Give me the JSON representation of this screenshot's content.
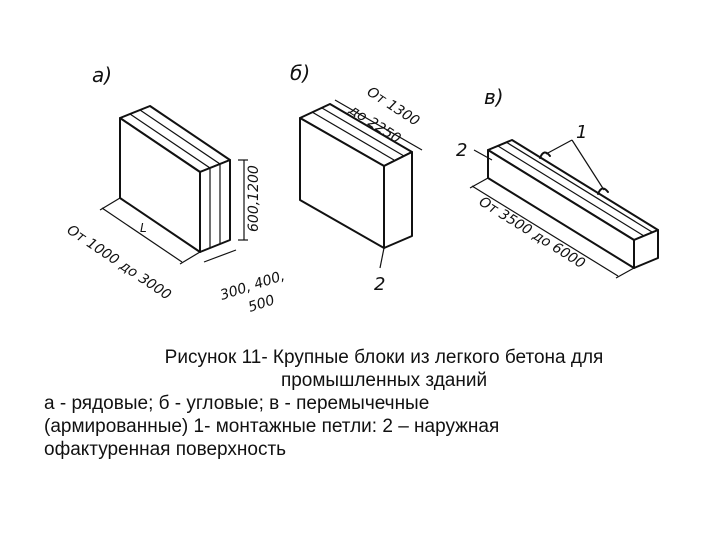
{
  "figure": {
    "panel_a": {
      "label": "а)",
      "height_dim": "600,1200",
      "length_dim": "От 1000 до 3000",
      "length_mark": "L",
      "width_dim_1": "300, 400,",
      "width_dim_2": "500"
    },
    "panel_b": {
      "label": "б)",
      "dim_1": "От 1300",
      "dim_2": "до 2250",
      "marker": "2"
    },
    "panel_c": {
      "label": "в)",
      "marker_1": "1",
      "marker_2": "2",
      "length_dim": "От 3500 до 6000"
    }
  },
  "caption": {
    "title_1": "Рисунок 11- Крупные блоки из легкого бетона для",
    "title_2": "промышленных зданий",
    "line_1": "а - рядовые; б - угловые; в - перемычечные",
    "line_2": "(армированные) 1- монтажные петли: 2 – наружная",
    "line_3": "офактуренная поверхность"
  }
}
